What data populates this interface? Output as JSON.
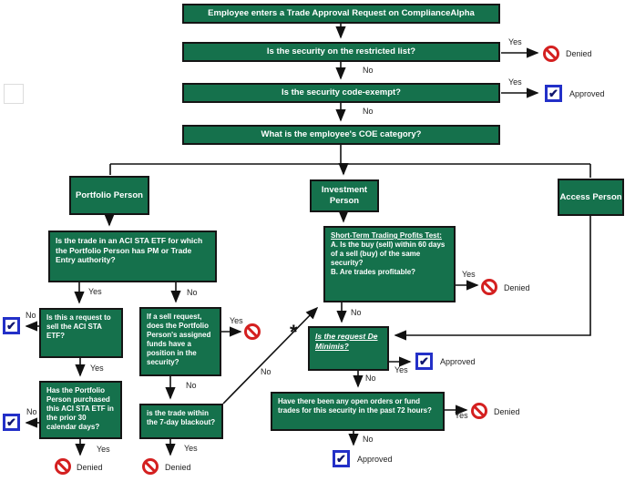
{
  "labels": {
    "yes": "Yes",
    "no": "No",
    "denied": "Denied",
    "approved": "Approved",
    "footnote_marker": "*"
  },
  "colors": {
    "box_green": "#15714c",
    "denied_red": "#d42020",
    "approved_blue": "#2330c8"
  },
  "nodes": {
    "start": "Employee enters a Trade Approval Request on ComplianceAlpha",
    "restricted": "Is the security on the restricted list?",
    "code_exempt": "Is the security code-exempt?",
    "coe_category": "What is the employee's COE category?",
    "portfolio_person": "Portfolio Person",
    "investment_person": "Investment Person",
    "access_person": "Access Person",
    "aci_sta_authority": "Is the trade in an ACI STA ETF for which the Portfolio Person has PM or Trade Entry authority?",
    "sell_request": "Is this a request to sell the ACI STA ETF?",
    "purchased_30_days": "Has the Portfolio Person purchased this ACI STA ETF in the prior 30 calendar days?",
    "position_in_security": "If a sell request, does the Portfolio Person's assigned funds have a position in the security?",
    "blackout": "is the trade within the 7-day blackout?",
    "stpt_title": "Short-Term Trading Profits Test:",
    "stpt_a": "A.   Is the buy (sell) within 60 days of a sell (buy) of the same security?",
    "stpt_b": "B.   Are trades profitable?",
    "de_minimis": "Is the request De Minimis?",
    "open_orders": "Have there been any open orders or fund trades for this security in the past 72 hours?"
  }
}
